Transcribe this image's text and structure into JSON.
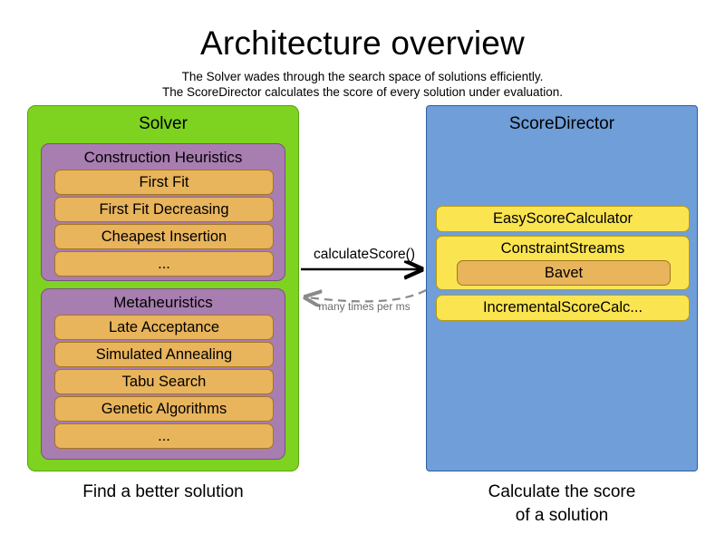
{
  "header": {
    "title": "Architecture overview",
    "subtitle_line_1": "The Solver wades through the search space of solutions efficiently.",
    "subtitle_line_2": "The ScoreDirector calculates the score of every solution under evaluation."
  },
  "colors": {
    "solver_panel": "#7ed321",
    "solver_panel_border": "#5aa215",
    "group_purple": "#a87db0",
    "group_purple_border": "#7a5280",
    "item_orange": "#e8b45c",
    "item_orange_border": "#a5761f",
    "scoredirector_panel": "#6f9ed8",
    "scoredirector_panel_border": "#2d5f9e",
    "item_yellow": "#fae450",
    "item_yellow_border": "#b99c10",
    "arrow_solid": "#000000",
    "arrow_dashed": "#8a8a8a",
    "muted_text": "#6b6b6b",
    "background": "#ffffff"
  },
  "solver": {
    "title": "Solver",
    "caption": "Find a better solution",
    "groups": [
      {
        "title": "Construction Heuristics",
        "items": [
          "First Fit",
          "First Fit Decreasing",
          "Cheapest Insertion",
          "..."
        ]
      },
      {
        "title": "Metaheuristics",
        "items": [
          "Late Acceptance",
          "Simulated Annealing",
          "Tabu Search",
          "Genetic Algorithms",
          "..."
        ]
      }
    ]
  },
  "score_director": {
    "title": "ScoreDirector",
    "caption_line_1": "Calculate the score",
    "caption_line_2": "of a solution",
    "items": [
      {
        "label": "EasyScoreCalculator",
        "nested": null
      },
      {
        "label": "ConstraintStreams",
        "nested": "Bavet"
      },
      {
        "label": "IncrementalScoreCalc...",
        "nested": null
      }
    ]
  },
  "connections": [
    {
      "label": "calculateScore()",
      "direction": "solver-to-scoredirector",
      "style": "solid"
    },
    {
      "label": "many times per ms",
      "direction": "scoredirector-to-solver",
      "style": "dashed"
    }
  ]
}
